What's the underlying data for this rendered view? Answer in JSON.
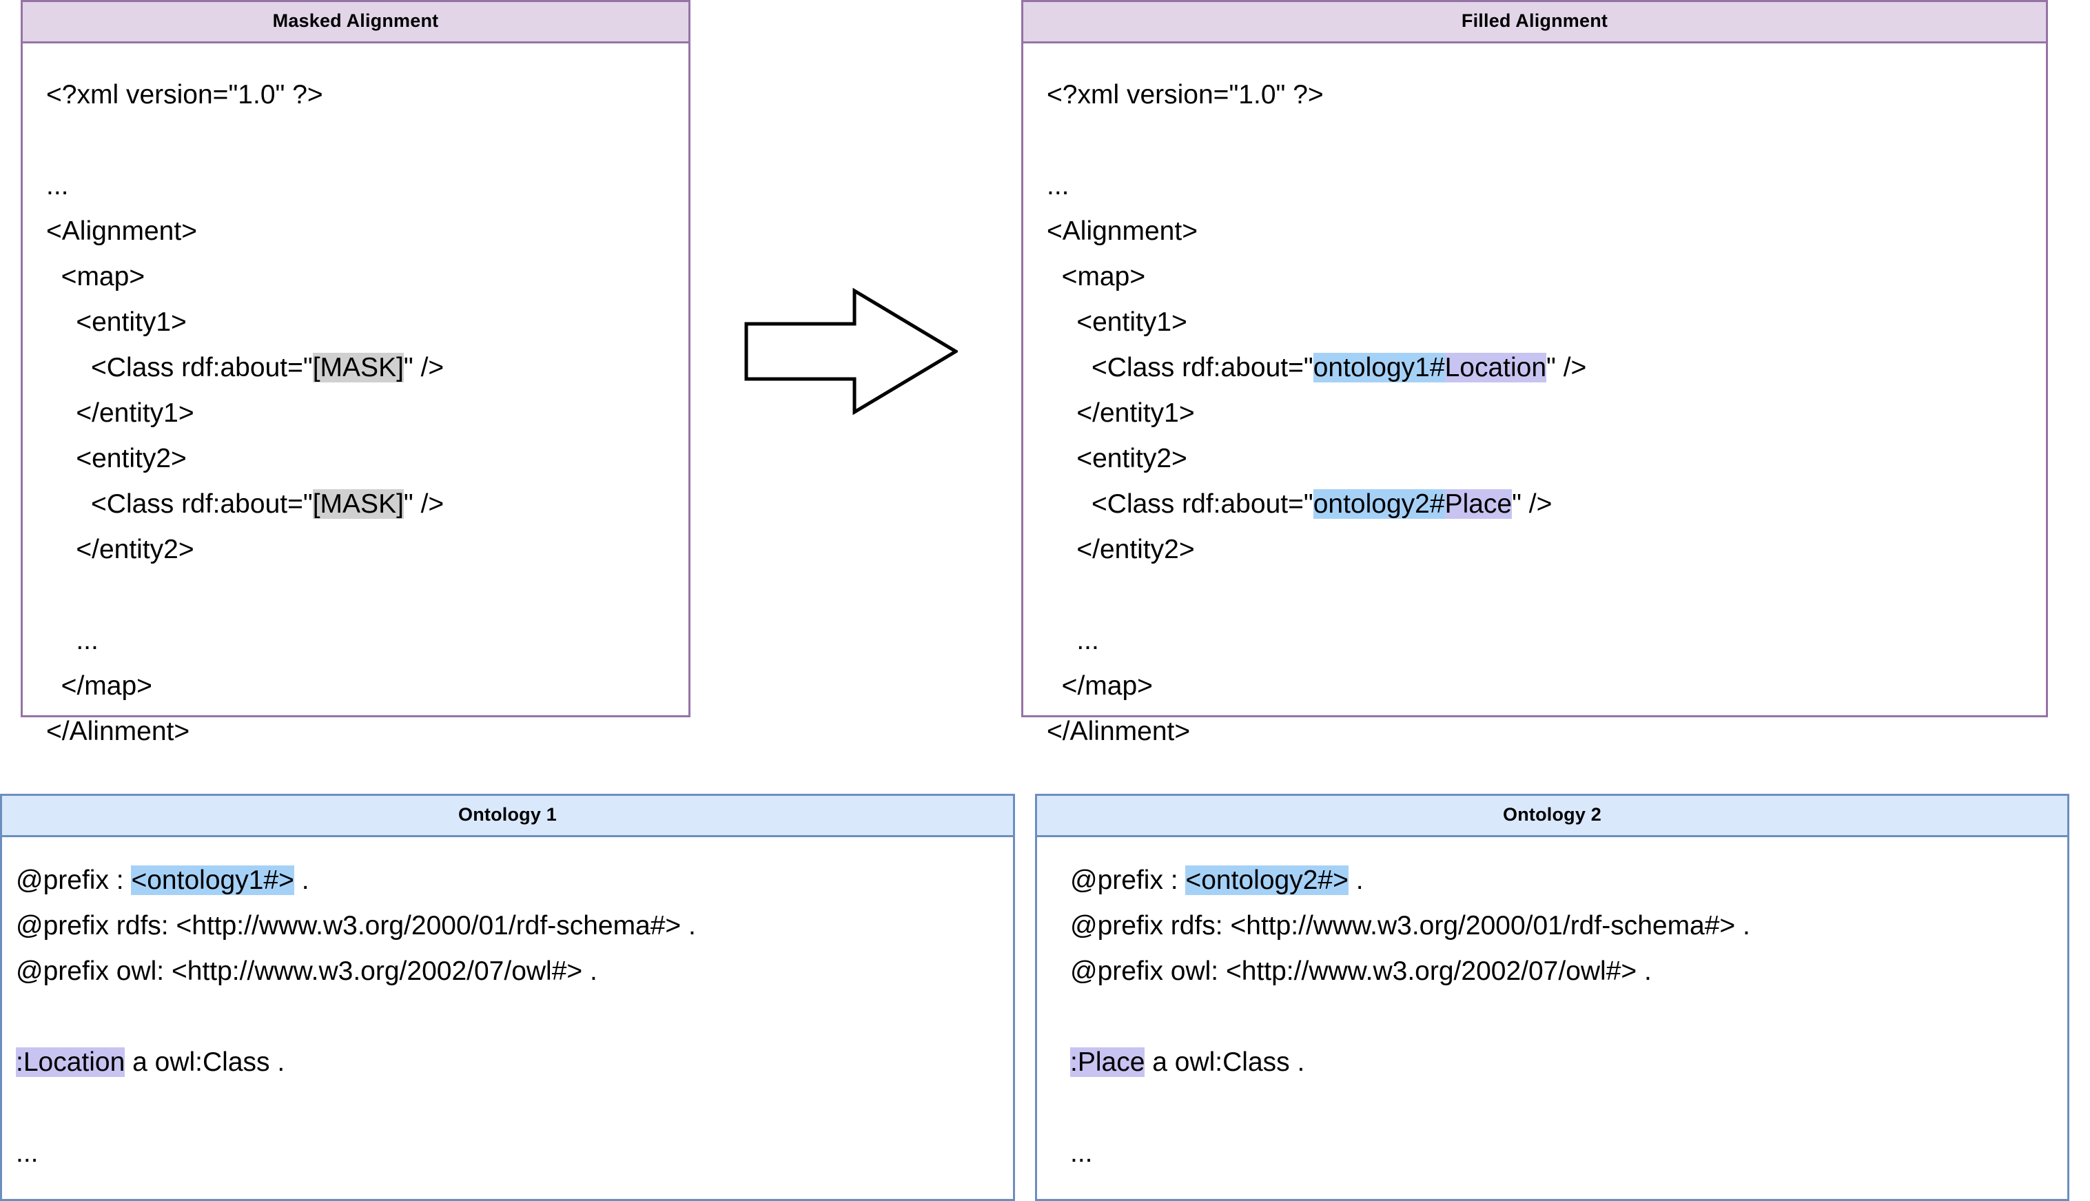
{
  "colors": {
    "purple_header_bg": "#e1d5e7",
    "purple_border": "#9673a6",
    "blue_header_bg": "#dae8fc",
    "blue_border": "#6c8ebf",
    "mask_highlight": "#d0d0d0",
    "ontology_iri_highlight": "#a6d1f7",
    "class_name_highlight": "#c7c4f2"
  },
  "masked_alignment": {
    "title": "Masked Alignment",
    "lines": [
      {
        "indent": "",
        "segments": [
          {
            "text": "<?xml version=\"1.0\" ?>",
            "highlight": "none"
          }
        ]
      },
      {
        "indent": "",
        "segments": [
          {
            "text": "",
            "highlight": "none"
          }
        ]
      },
      {
        "indent": "",
        "segments": [
          {
            "text": "...",
            "highlight": "none"
          }
        ]
      },
      {
        "indent": "",
        "segments": [
          {
            "text": "<Alignment>",
            "highlight": "none"
          }
        ]
      },
      {
        "indent": "  ",
        "segments": [
          {
            "text": "<map>",
            "highlight": "none"
          }
        ]
      },
      {
        "indent": "    ",
        "segments": [
          {
            "text": "<entity1>",
            "highlight": "none"
          }
        ]
      },
      {
        "indent": "      ",
        "segments": [
          {
            "text": "<Class rdf:about=\"",
            "highlight": "none"
          },
          {
            "text": "[MASK]",
            "highlight": "gray"
          },
          {
            "text": "\" />",
            "highlight": "none"
          }
        ]
      },
      {
        "indent": "    ",
        "segments": [
          {
            "text": "</entity1>",
            "highlight": "none"
          }
        ]
      },
      {
        "indent": "    ",
        "segments": [
          {
            "text": "<entity2>",
            "highlight": "none"
          }
        ]
      },
      {
        "indent": "      ",
        "segments": [
          {
            "text": "<Class rdf:about=\"",
            "highlight": "none"
          },
          {
            "text": "[MASK]",
            "highlight": "gray"
          },
          {
            "text": "\" />",
            "highlight": "none"
          }
        ]
      },
      {
        "indent": "    ",
        "segments": [
          {
            "text": "</entity2>",
            "highlight": "none"
          }
        ]
      },
      {
        "indent": "",
        "segments": [
          {
            "text": "",
            "highlight": "none"
          }
        ]
      },
      {
        "indent": "    ",
        "segments": [
          {
            "text": "...",
            "highlight": "none"
          }
        ]
      },
      {
        "indent": "  ",
        "segments": [
          {
            "text": "</map>",
            "highlight": "none"
          }
        ]
      },
      {
        "indent": "",
        "segments": [
          {
            "text": "</Alinment>",
            "highlight": "none"
          }
        ]
      }
    ]
  },
  "filled_alignment": {
    "title": "Filled Alignment",
    "lines": [
      {
        "indent": "",
        "segments": [
          {
            "text": "<?xml version=\"1.0\" ?>",
            "highlight": "none"
          }
        ]
      },
      {
        "indent": "",
        "segments": [
          {
            "text": "",
            "highlight": "none"
          }
        ]
      },
      {
        "indent": "",
        "segments": [
          {
            "text": "...",
            "highlight": "none"
          }
        ]
      },
      {
        "indent": "",
        "segments": [
          {
            "text": "<Alignment>",
            "highlight": "none"
          }
        ]
      },
      {
        "indent": "  ",
        "segments": [
          {
            "text": "<map>",
            "highlight": "none"
          }
        ]
      },
      {
        "indent": "    ",
        "segments": [
          {
            "text": "<entity1>",
            "highlight": "none"
          }
        ]
      },
      {
        "indent": "      ",
        "segments": [
          {
            "text": "<Class rdf:about=\"",
            "highlight": "none"
          },
          {
            "text": "ontology1#",
            "highlight": "blue"
          },
          {
            "text": "Location",
            "highlight": "purple"
          },
          {
            "text": "\" />",
            "highlight": "none"
          }
        ]
      },
      {
        "indent": "    ",
        "segments": [
          {
            "text": "</entity1>",
            "highlight": "none"
          }
        ]
      },
      {
        "indent": "    ",
        "segments": [
          {
            "text": "<entity2>",
            "highlight": "none"
          }
        ]
      },
      {
        "indent": "      ",
        "segments": [
          {
            "text": "<Class rdf:about=\"",
            "highlight": "none"
          },
          {
            "text": "ontology2#",
            "highlight": "blue"
          },
          {
            "text": "Place",
            "highlight": "purple"
          },
          {
            "text": "\" />",
            "highlight": "none"
          }
        ]
      },
      {
        "indent": "    ",
        "segments": [
          {
            "text": "</entity2>",
            "highlight": "none"
          }
        ]
      },
      {
        "indent": "",
        "segments": [
          {
            "text": "",
            "highlight": "none"
          }
        ]
      },
      {
        "indent": "    ",
        "segments": [
          {
            "text": "...",
            "highlight": "none"
          }
        ]
      },
      {
        "indent": "  ",
        "segments": [
          {
            "text": "</map>",
            "highlight": "none"
          }
        ]
      },
      {
        "indent": "",
        "segments": [
          {
            "text": "</Alinment>",
            "highlight": "none"
          }
        ]
      }
    ]
  },
  "ontology1": {
    "title": "Ontology 1",
    "lines": [
      {
        "indent": "",
        "segments": [
          {
            "text": "@prefix : ",
            "highlight": "none"
          },
          {
            "text": "<ontology1#>",
            "highlight": "blue"
          },
          {
            "text": " .",
            "highlight": "none"
          }
        ]
      },
      {
        "indent": "",
        "segments": [
          {
            "text": "@prefix rdfs: <http://www.w3.org/2000/01/rdf-schema#> .",
            "highlight": "none"
          }
        ]
      },
      {
        "indent": "",
        "segments": [
          {
            "text": "@prefix owl: <http://www.w3.org/2002/07/owl#> .",
            "highlight": "none"
          }
        ]
      },
      {
        "indent": "",
        "segments": [
          {
            "text": "",
            "highlight": "none"
          }
        ]
      },
      {
        "indent": "",
        "segments": [
          {
            "text": ":Location",
            "highlight": "purple"
          },
          {
            "text": " a owl:Class .",
            "highlight": "none"
          }
        ]
      },
      {
        "indent": "",
        "segments": [
          {
            "text": "",
            "highlight": "none"
          }
        ]
      },
      {
        "indent": "",
        "segments": [
          {
            "text": "...",
            "highlight": "none"
          }
        ]
      }
    ]
  },
  "ontology2": {
    "title": "Ontology 2",
    "lines": [
      {
        "indent": "",
        "segments": [
          {
            "text": "@prefix : ",
            "highlight": "none"
          },
          {
            "text": "<ontology2#>",
            "highlight": "blue"
          },
          {
            "text": " .",
            "highlight": "none"
          }
        ]
      },
      {
        "indent": "",
        "segments": [
          {
            "text": "@prefix rdfs: <http://www.w3.org/2000/01/rdf-schema#> .",
            "highlight": "none"
          }
        ]
      },
      {
        "indent": "",
        "segments": [
          {
            "text": "@prefix owl: <http://www.w3.org/2002/07/owl#> .",
            "highlight": "none"
          }
        ]
      },
      {
        "indent": "",
        "segments": [
          {
            "text": "",
            "highlight": "none"
          }
        ]
      },
      {
        "indent": "",
        "segments": [
          {
            "text": ":Place",
            "highlight": "purple"
          },
          {
            "text": " a owl:Class .",
            "highlight": "none"
          }
        ]
      },
      {
        "indent": "",
        "segments": [
          {
            "text": "",
            "highlight": "none"
          }
        ]
      },
      {
        "indent": "",
        "segments": [
          {
            "text": "...",
            "highlight": "none"
          }
        ]
      }
    ]
  },
  "arrow": {
    "name": "right-arrow",
    "direction": "right"
  }
}
